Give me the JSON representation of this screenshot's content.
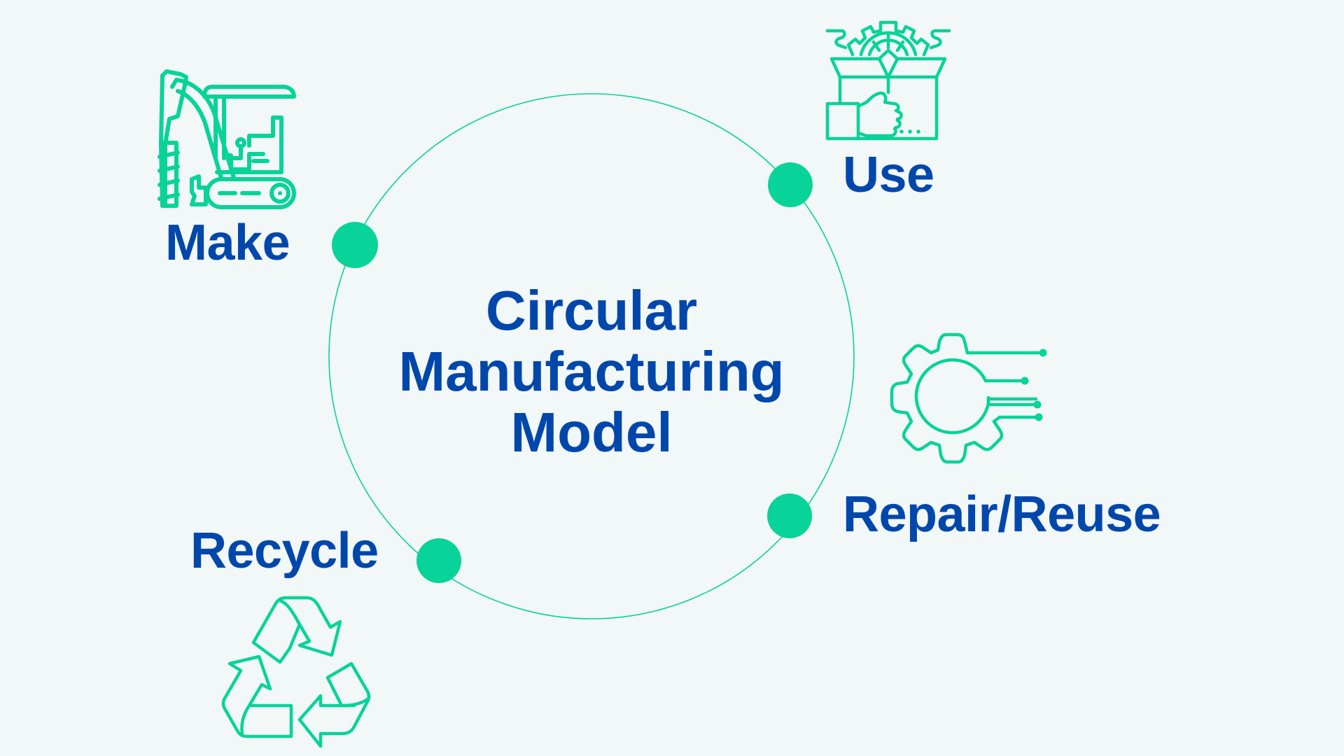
{
  "diagram": {
    "title_lines": [
      "Circular",
      "Manufacturing",
      "Model"
    ],
    "stages": [
      {
        "label": "Make",
        "icon": "excavator-icon"
      },
      {
        "label": "Use",
        "icon": "box-with-gear-hand-icon"
      },
      {
        "label": "Repair/Reuse",
        "icon": "gear-circuit-icon"
      },
      {
        "label": "Recycle",
        "icon": "recycle-icon"
      }
    ],
    "colors": {
      "background": "#F2F7F8",
      "accent_green": "#08D399",
      "text_blue": "#0047AB"
    }
  }
}
